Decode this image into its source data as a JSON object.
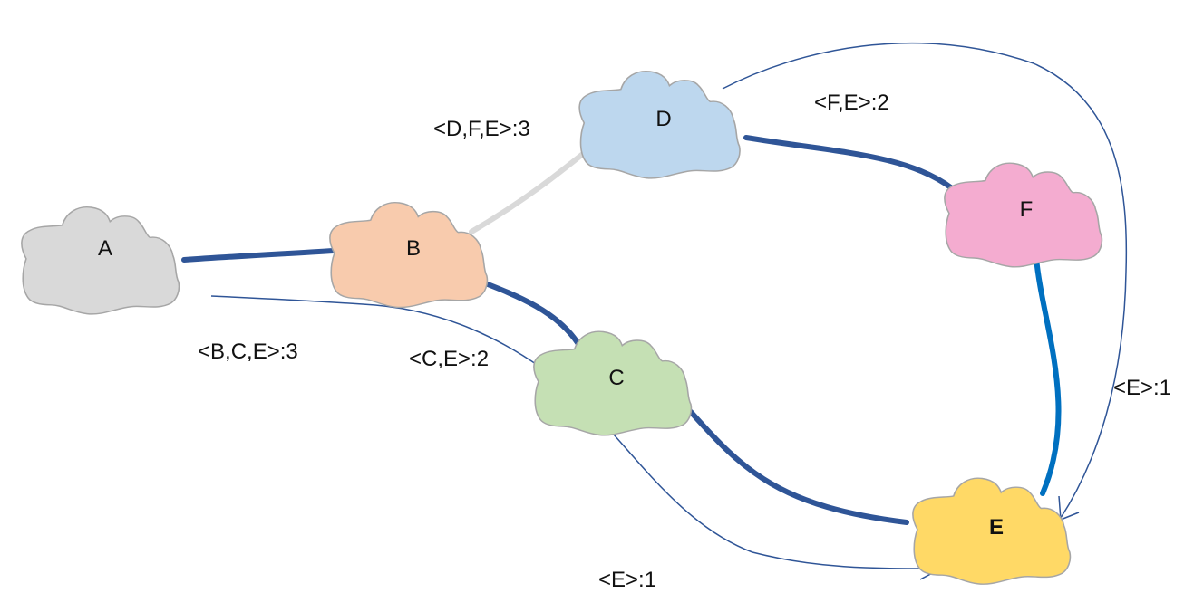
{
  "nodes": [
    {
      "id": "A",
      "label": "A",
      "fill": "#d9d9d9",
      "stroke": "#a6a6a6",
      "bold": false
    },
    {
      "id": "B",
      "label": "B",
      "fill": "#f8cbad",
      "stroke": "#a6a6a6",
      "bold": false
    },
    {
      "id": "C",
      "label": "C",
      "fill": "#c5e0b4",
      "stroke": "#a6a6a6",
      "bold": false
    },
    {
      "id": "D",
      "label": "D",
      "fill": "#bdd7ee",
      "stroke": "#a6a6a6",
      "bold": false
    },
    {
      "id": "E",
      "label": "E",
      "fill": "#ffd966",
      "stroke": "#a6a6a6",
      "bold": true
    },
    {
      "id": "F",
      "label": "F",
      "fill": "#f4acd0",
      "stroke": "#a6a6a6",
      "bold": false
    }
  ],
  "edges": [
    {
      "id": "A-B",
      "from": "A",
      "to": "B",
      "color": "#2f5597"
    },
    {
      "id": "B-C",
      "from": "B",
      "to": "C",
      "color": "#2f5597"
    },
    {
      "id": "C-E",
      "from": "C",
      "to": "E",
      "color": "#2f5597"
    },
    {
      "id": "B-D",
      "from": "B",
      "to": "D",
      "color": "#d9d9d9"
    },
    {
      "id": "D-F",
      "from": "D",
      "to": "F",
      "color": "#2f5597"
    },
    {
      "id": "F-E",
      "from": "F",
      "to": "E",
      "color": "#0070c0"
    }
  ],
  "arrows": [
    {
      "id": "A-to-E",
      "from": "A",
      "to": "E",
      "color": "#2f5597"
    },
    {
      "id": "D-to-E",
      "from": "D",
      "to": "E",
      "color": "#2f5597"
    }
  ],
  "labels": {
    "dfe": {
      "text": "<D,F,E>:3",
      "color": "#bfbfbf"
    },
    "fe": {
      "text": "<F,E>:2",
      "color": "#111111"
    },
    "bce": {
      "text": "<B,C,E>:3",
      "color": "#111111"
    },
    "ce": {
      "text": "<C,E>:2",
      "color": "#111111"
    },
    "e_right": {
      "text": "<E>:1",
      "color": "#111111"
    },
    "e_bottom": {
      "text": "<E>:1",
      "color": "#111111"
    }
  }
}
